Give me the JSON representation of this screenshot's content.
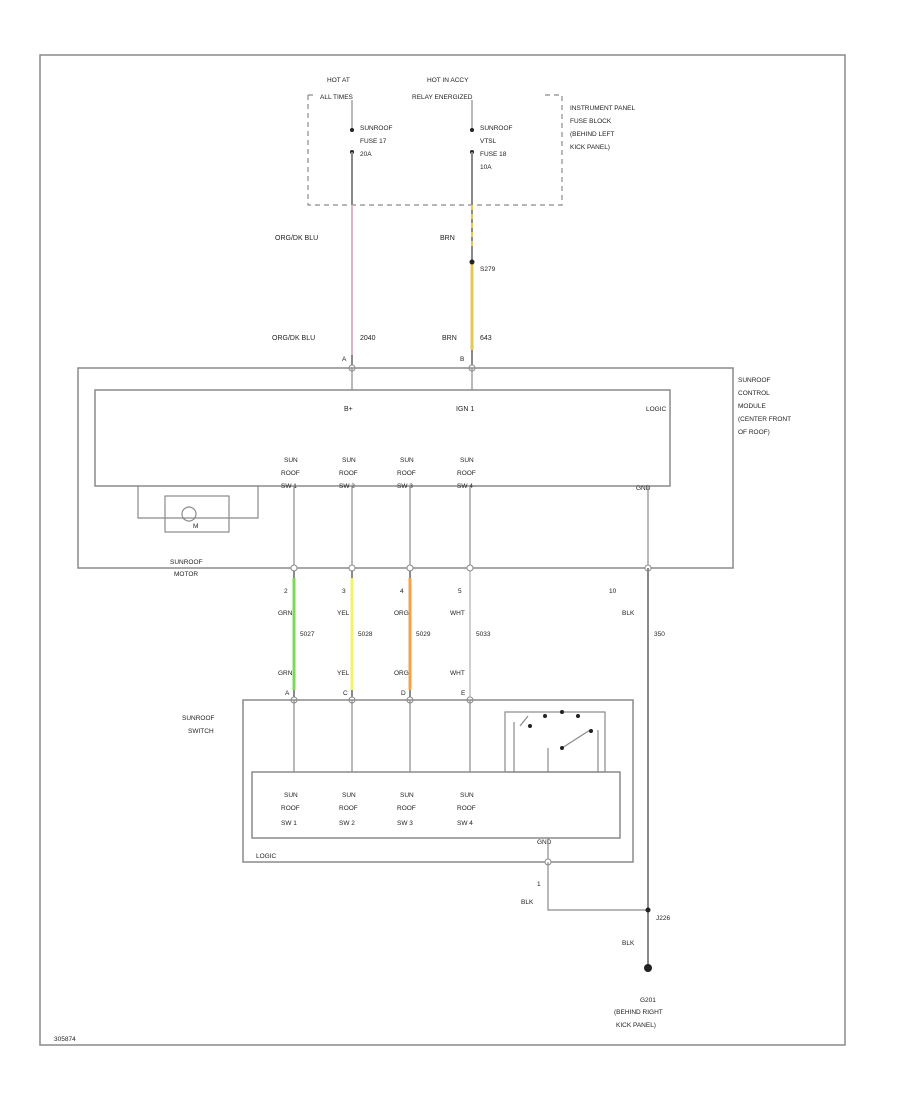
{
  "fuse_box": {
    "col1_header_line1": "HOT AT",
    "col1_header_line2": "ALL TIMES",
    "col2_header_line1": "HOT IN ACCY",
    "col2_header_line2": "RELAY ENERGIZED",
    "fuse1_line1": "SUNROOF",
    "fuse1_line2": "FUSE 17",
    "fuse1_line3": "20A",
    "fuse2_line1": "SUNROOF",
    "fuse2_line2": "VTSL",
    "fuse2_line3": "FUSE 18",
    "fuse2_line4": "10A",
    "name_line1": "INSTRUMENT PANEL",
    "name_line2": "FUSE BLOCK",
    "name_line3": "(BEHIND LEFT",
    "name_line4": "KICK PANEL)"
  },
  "upper_wires": {
    "w1_color_top": "ORG/DK BLU",
    "w2_color_top": "BRN",
    "splice": "S279",
    "w1_color_bottom": "ORG/DK BLU",
    "w1_circuit": "2040",
    "w2_color_bottom": "BRN",
    "w2_circuit": "643",
    "pin_a": "A",
    "pin_b": "B"
  },
  "module": {
    "name_line1": "SUNROOF",
    "name_line2": "CONTROL",
    "name_line3": "MODULE",
    "name_line4": "(CENTER FRONT",
    "name_line5": "OF ROOF)",
    "logic_label": "LOGIC",
    "bplus_label": "B+",
    "ign_label": "IGN 1",
    "gnd_label": "GND",
    "motor_label_line1": "SUNROOF",
    "motor_label_line2": "MOTOR",
    "motor_symbol": "M",
    "sw_inputs": [
      {
        "line1": "SUN",
        "line2": "ROOF",
        "line3": "SW 1"
      },
      {
        "line1": "SUN",
        "line2": "ROOF",
        "line3": "SW 2"
      },
      {
        "line1": "SUN",
        "line2": "ROOF",
        "line3": "SW 3"
      },
      {
        "line1": "SUN",
        "line2": "ROOF",
        "line3": "SW 4"
      }
    ]
  },
  "middle_wires": [
    {
      "pin": "2",
      "color_top": "GRN",
      "circuit": "5027",
      "color_bottom": "GRN",
      "sw_pin": "A",
      "hex": "#7ed957"
    },
    {
      "pin": "3",
      "color_top": "YEL",
      "circuit": "5028",
      "color_bottom": "YEL",
      "sw_pin": "C",
      "hex": "#f2f26b"
    },
    {
      "pin": "4",
      "color_top": "ORG",
      "circuit": "5029",
      "color_bottom": "ORG",
      "sw_pin": "D",
      "hex": "#f5a14a"
    },
    {
      "pin": "5",
      "color_top": "WHT",
      "circuit": "5033",
      "color_bottom": "WHT",
      "sw_pin": "E",
      "hex": "#dddddd"
    }
  ],
  "ground_wire": {
    "pin": "10",
    "color": "BLK",
    "circuit": "350"
  },
  "switch": {
    "name_line1": "SUNROOF",
    "name_line2": "SWITCH",
    "logic_label": "LOGIC",
    "gnd_label": "GND",
    "gnd_pin": "1",
    "gnd_wire_color": "BLK",
    "inputs": [
      {
        "line1": "SUN",
        "line2": "ROOF",
        "line3": "SW 1"
      },
      {
        "line1": "SUN",
        "line2": "ROOF",
        "line3": "SW 2"
      },
      {
        "line1": "SUN",
        "line2": "ROOF",
        "line3": "SW 3"
      },
      {
        "line1": "SUN",
        "line2": "ROOF",
        "line3": "SW 4"
      }
    ]
  },
  "ground": {
    "splice": "J226",
    "wire_color": "BLK",
    "name": "G201",
    "location_line1": "(BEHIND RIGHT",
    "location_line2": "KICK PANEL)"
  },
  "footer": {
    "code": "305874"
  },
  "colors": {
    "line": "#8a8a8a",
    "org_dk_blu": "#d7b7c3",
    "brn": "#e5c75a"
  }
}
